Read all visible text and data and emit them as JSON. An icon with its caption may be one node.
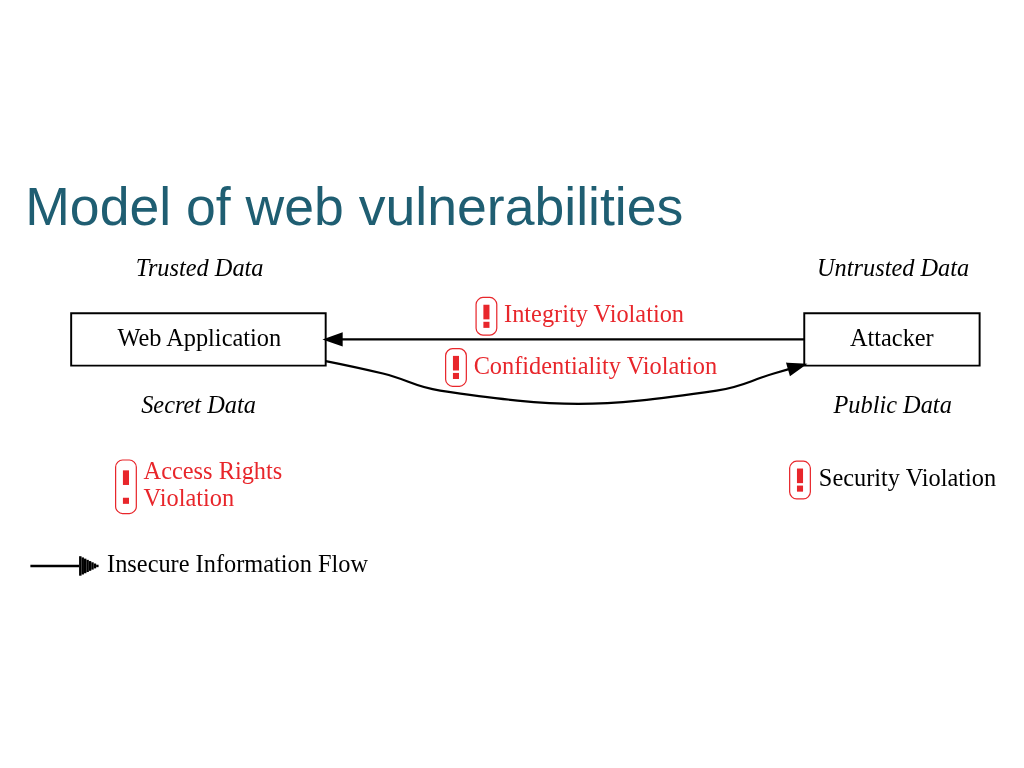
{
  "diagram": {
    "title": "Model of web vulnerabilities",
    "nodes": [
      {
        "text": [
          "Web Application"
        ]
      },
      {
        "text": [
          "Attacker"
        ]
      }
    ],
    "edges": [
      {
        "from": 1,
        "to": 0,
        "arrow": "to",
        "label": "Integrity Violation"
      },
      {
        "from": 0,
        "to": 1,
        "arrow": "to",
        "label": "Confidentiality Violation"
      }
    ],
    "labels": [
      "Trusted Data",
      "Untrusted Data",
      "Secret Data",
      "Public Data",
      "Access Rights Violation"
    ],
    "legend": [
      {
        "text": "Insecure Information Flow"
      },
      {
        "text": "Security Violation"
      }
    ]
  }
}
